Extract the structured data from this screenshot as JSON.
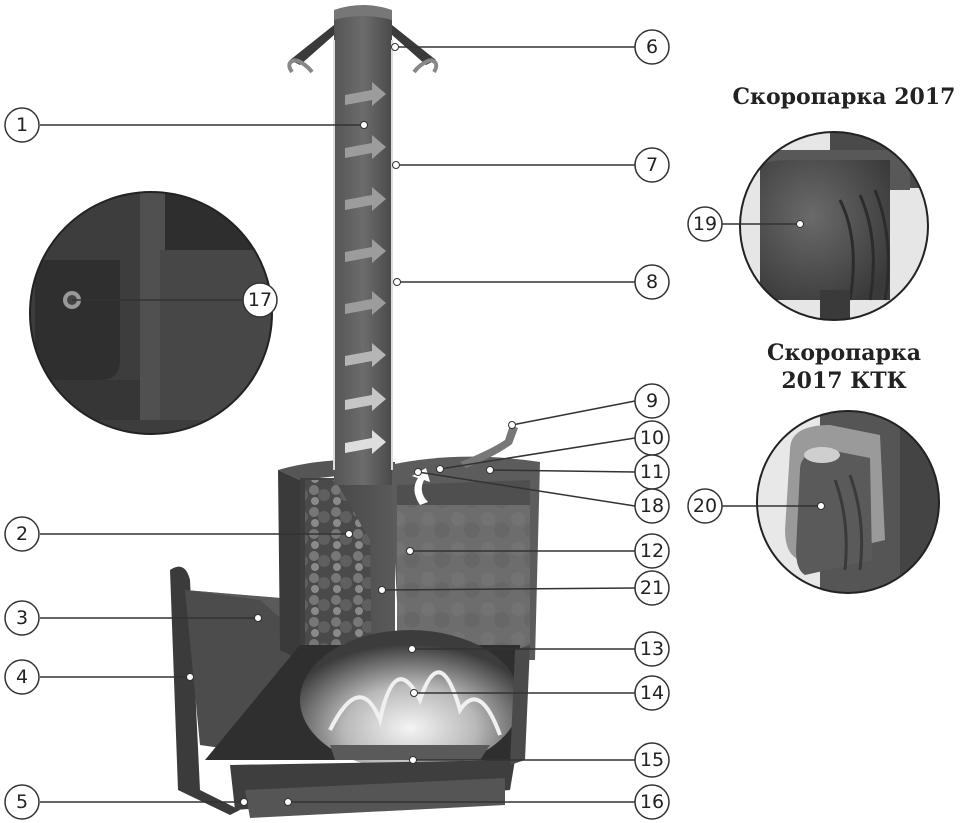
{
  "captions": {
    "model_2017": "Скоропарка 2017",
    "model_ktk_line1": "Скоропарка",
    "model_ktk_line2": "2017 КТК"
  },
  "callouts": [
    {
      "n": "1"
    },
    {
      "n": "2"
    },
    {
      "n": "3"
    },
    {
      "n": "4"
    },
    {
      "n": "5"
    },
    {
      "n": "6"
    },
    {
      "n": "7"
    },
    {
      "n": "8"
    },
    {
      "n": "9"
    },
    {
      "n": "10"
    },
    {
      "n": "11"
    },
    {
      "n": "18"
    },
    {
      "n": "12"
    },
    {
      "n": "21"
    },
    {
      "n": "13"
    },
    {
      "n": "14"
    },
    {
      "n": "15"
    },
    {
      "n": "16"
    },
    {
      "n": "17"
    },
    {
      "n": "19"
    },
    {
      "n": "20"
    }
  ],
  "colors": {
    "stove_dark": "#4a4a4a",
    "stove_mid": "#6a6a6a",
    "chimney": "#5a5a5a",
    "arrow": "#9a9a9a",
    "fire": "#e8e8e8",
    "callout_line": "#333333"
  }
}
